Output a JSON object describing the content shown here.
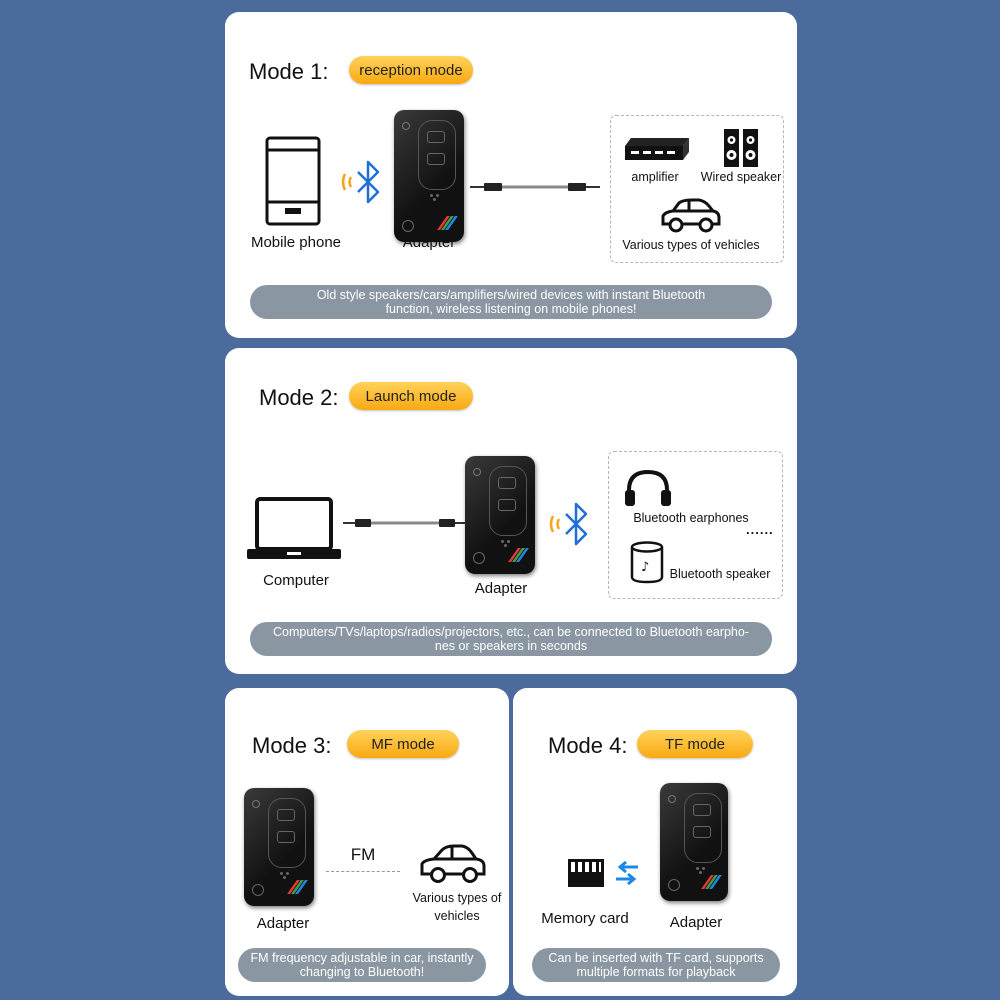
{
  "mode1": {
    "title": "Mode 1:",
    "badge": "reception mode",
    "phone_label": "Mobile phone",
    "adapter_label": "Adapter",
    "amplifier_label": "amplifier",
    "wired_speaker_label": "Wired speaker",
    "vehicles_label": "Various types of vehicles",
    "banner_line1": "Old style speakers/cars/amplifiers/wired devices with instant Bluetooth",
    "banner_line2": "function, wireless listening on mobile phones!"
  },
  "mode2": {
    "title": "Mode 2:",
    "badge": "Launch mode",
    "computer_label": "Computer",
    "adapter_label": "Adapter",
    "earphones_label": "Bluetooth earphones",
    "speaker_label": "Bluetooth speaker",
    "ellipsis": "......",
    "banner_line1": "Computers/TVs/laptops/radios/projectors, etc., can be connected to Bluetooth earpho-",
    "banner_line2": "nes or speakers in seconds"
  },
  "mode3": {
    "title": "Mode 3:",
    "badge": "MF mode",
    "adapter_label": "Adapter",
    "fm_label": "FM",
    "vehicles_line1": "Various types of",
    "vehicles_line2": "vehicles",
    "banner_line1": "FM frequency adjustable in car, instantly",
    "banner_line2": "changing to Bluetooth!"
  },
  "mode4": {
    "title": "Mode 4:",
    "badge": "TF mode",
    "memory_label": "Memory card",
    "adapter_label": "Adapter",
    "banner_line1": "Can be inserted with TF card, supports",
    "banner_line2": "multiple formats for playback"
  },
  "colors": {
    "background": "#4a6b9b",
    "badge": "#f9a912",
    "banner": "#8a97a3",
    "bluetooth": "#1e6fd9",
    "signal": "#f4a51c"
  },
  "icons": [
    "mobile-phone-icon",
    "bluetooth-icon",
    "adapter-device",
    "aux-cable-icon",
    "amplifier-icon",
    "wired-speaker-icon",
    "car-icon",
    "laptop-icon",
    "headphones-icon",
    "bluetooth-speaker-icon",
    "memory-card-icon",
    "transfer-arrows-icon"
  ]
}
